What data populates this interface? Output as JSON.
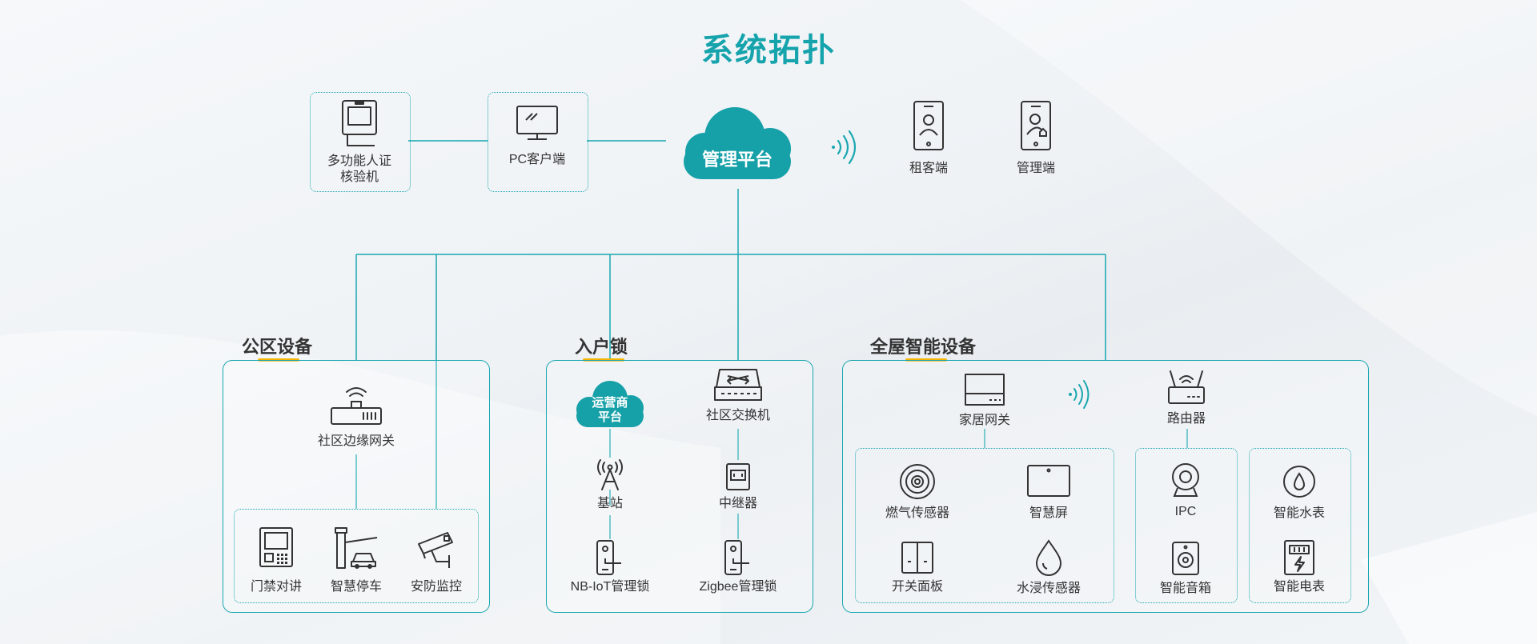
{
  "title": "系统拓扑",
  "top": {
    "kiosk": {
      "line1": "多功能人证",
      "line2": "核验机"
    },
    "pc": "PC客户端",
    "platform": "管理平台",
    "tenant": "租客端",
    "admin": "管理端"
  },
  "sections": {
    "public": {
      "title": "公区设备",
      "gateway": "社区边缘网关",
      "access": "门禁对讲",
      "parking": "智慧停车",
      "security": "安防监控"
    },
    "lock": {
      "title": "入户锁",
      "operator_line1": "运营商",
      "operator_line2": "平台",
      "switch": "社区交换机",
      "station": "基站",
      "repeater": "中继器",
      "nblock": "NB-IoT管理锁",
      "zigbeelock": "Zigbee管理锁"
    },
    "smart": {
      "title": "全屋智能设备",
      "homegw": "家居网关",
      "router": "路由器",
      "gas": "燃气传感器",
      "screen": "智慧屏",
      "switchpanel": "开关面板",
      "water": "水浸传感器",
      "ipc": "IPC",
      "speaker": "智能音箱",
      "watermeter": "智能水表",
      "elecmeter": "智能电表"
    }
  },
  "colors": {
    "accent": "#1aa7b0",
    "cloud": "#16a0a8",
    "underline": "#f5b400"
  }
}
